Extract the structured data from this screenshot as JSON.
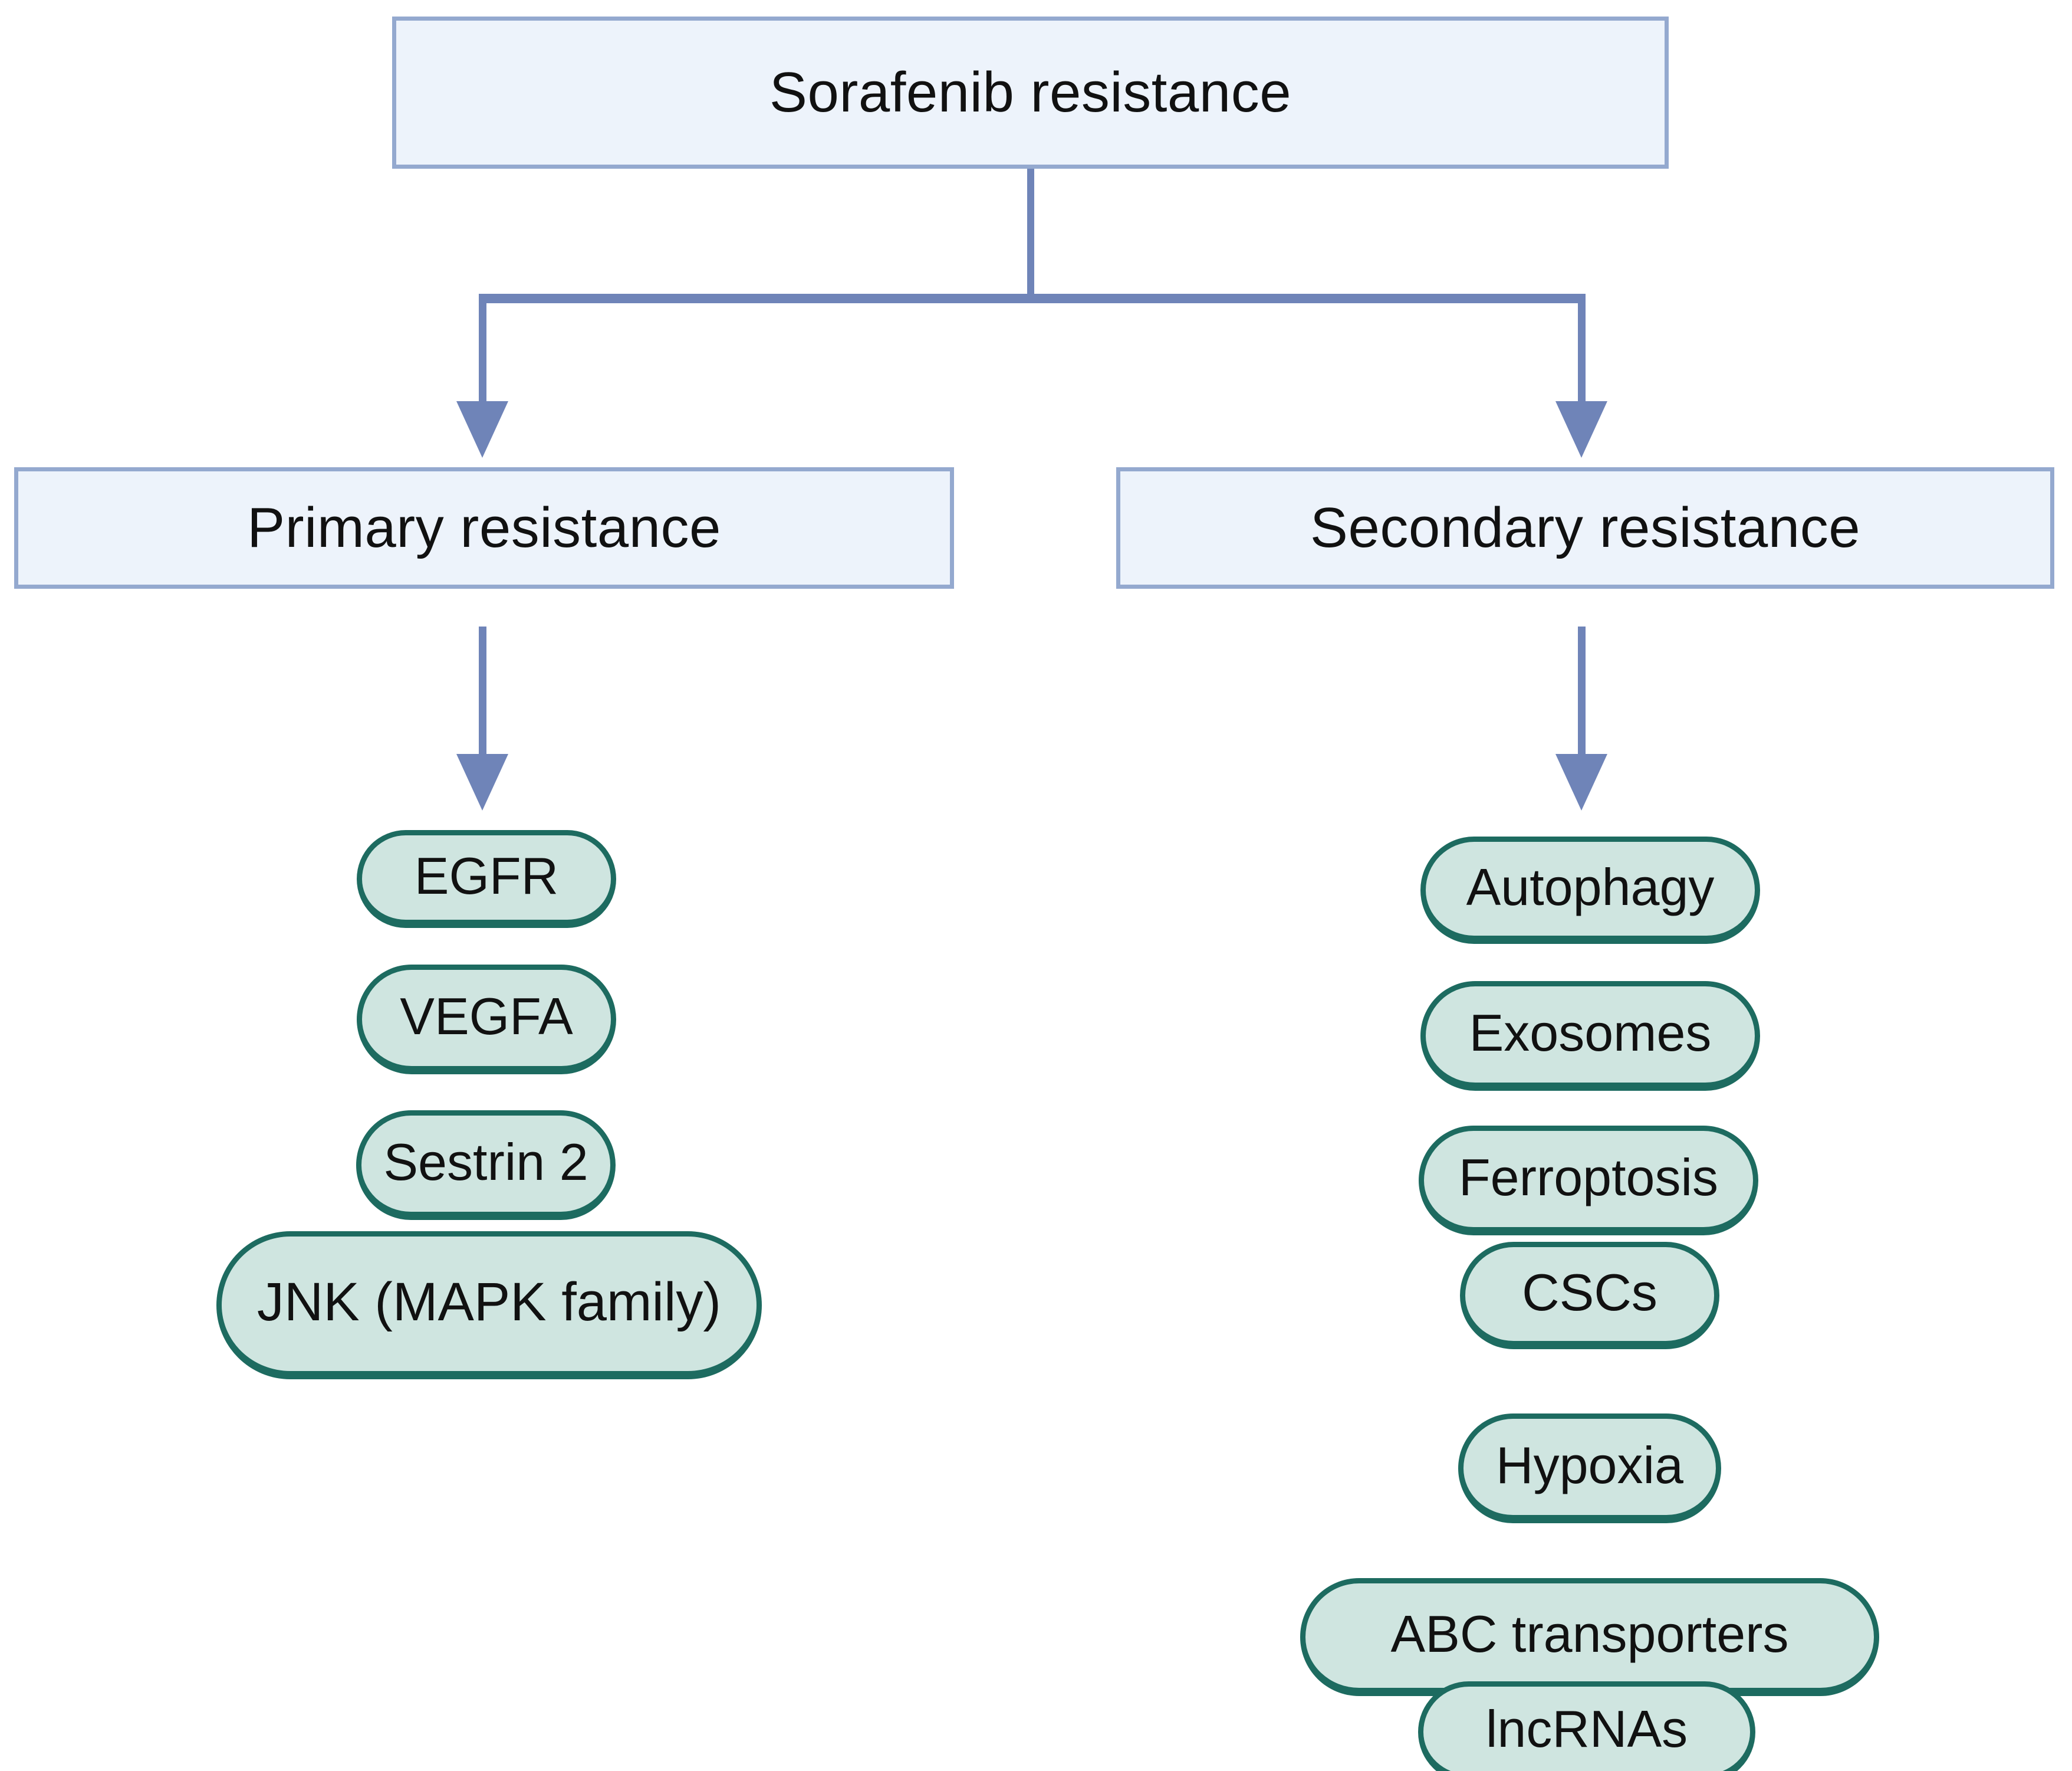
{
  "diagram": {
    "title": "Sorafenib resistance mechanisms flowchart",
    "colors": {
      "box_fill": "#edf3fb",
      "box_border": "#94a9cf",
      "connector": "#6f84b8",
      "pill_fill": "#cfe5e0",
      "pill_border": "#1d6b60",
      "text": "#111111",
      "background": "#ffffff"
    },
    "root": {
      "label": "Sorafenib resistance"
    },
    "branches": [
      {
        "label": "Primary resistance",
        "items": [
          {
            "label": "EGFR"
          },
          {
            "label": "VEGFA"
          },
          {
            "label": "Sestrin 2"
          },
          {
            "label": "JNK (MAPK family)"
          }
        ]
      },
      {
        "label": "Secondary resistance",
        "items": [
          {
            "label": "Autophagy"
          },
          {
            "label": "Exosomes"
          },
          {
            "label": "Ferroptosis"
          },
          {
            "label": "CSCs"
          },
          {
            "label": "Hypoxia"
          },
          {
            "label": "ABC transporters"
          },
          {
            "label": "lncRNAs"
          }
        ]
      }
    ],
    "connectors": [
      {
        "name": "root-to-split",
        "kind": "vertical-line"
      },
      {
        "name": "split-bus",
        "kind": "horizontal-line"
      },
      {
        "name": "split-to-primary",
        "kind": "arrow-down"
      },
      {
        "name": "split-to-secondary",
        "kind": "arrow-down"
      },
      {
        "name": "primary-to-items",
        "kind": "arrow-down"
      },
      {
        "name": "secondary-to-items",
        "kind": "arrow-down"
      }
    ]
  }
}
